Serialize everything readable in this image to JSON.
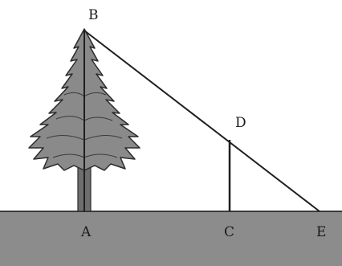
{
  "diagram": {
    "points": {
      "A": "A",
      "B": "B",
      "C": "C",
      "D": "D",
      "E": "E"
    }
  },
  "colors": {
    "ground": "#8c8c8c",
    "ground_edge": "#3a3a3a",
    "tree_fill": "#8a8a8a",
    "trunk": "#6e6e6e",
    "outline": "#2b2b2b",
    "line": "#1f1f1f"
  }
}
